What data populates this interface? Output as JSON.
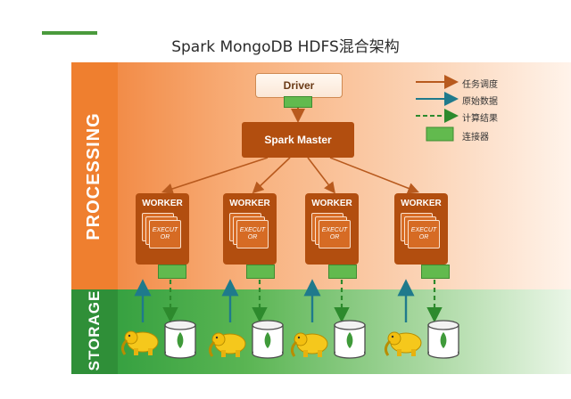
{
  "title": "Spark MongoDB HDFS混合架构",
  "side_labels": {
    "processing": "PROCESSING",
    "storage": "STORAGE"
  },
  "driver_label": "Driver",
  "master_label": "Spark Master",
  "workers": [
    {
      "label": "WORKER",
      "executor": [
        "EXECUT",
        "OR"
      ]
    },
    {
      "label": "WORKER",
      "executor": [
        "EXECUT",
        "OR"
      ]
    },
    {
      "label": "WORKER",
      "executor": [
        "EXECUT",
        "OR"
      ]
    },
    {
      "label": "WORKER",
      "executor": [
        "EXECUT",
        "OR"
      ]
    }
  ],
  "legend": [
    {
      "label": "任务调度",
      "style": "arrow-orange"
    },
    {
      "label": "原始数据",
      "style": "arrow-teal"
    },
    {
      "label": "计算结果",
      "style": "dashed-green"
    },
    {
      "label": "连接器",
      "style": "green-box"
    }
  ],
  "colors": {
    "processing": "#ef7f2f",
    "storage": "#2f8f38",
    "worker": "#b24e0f",
    "connector": "#62ba4e",
    "raw_data_arrow": "#1f7a8c",
    "result_arrow": "#2d8a2d",
    "schedule_arrow": "#b85a1e"
  },
  "icons": [
    "hadoop-elephant-icon",
    "mongodb-database-icon"
  ]
}
